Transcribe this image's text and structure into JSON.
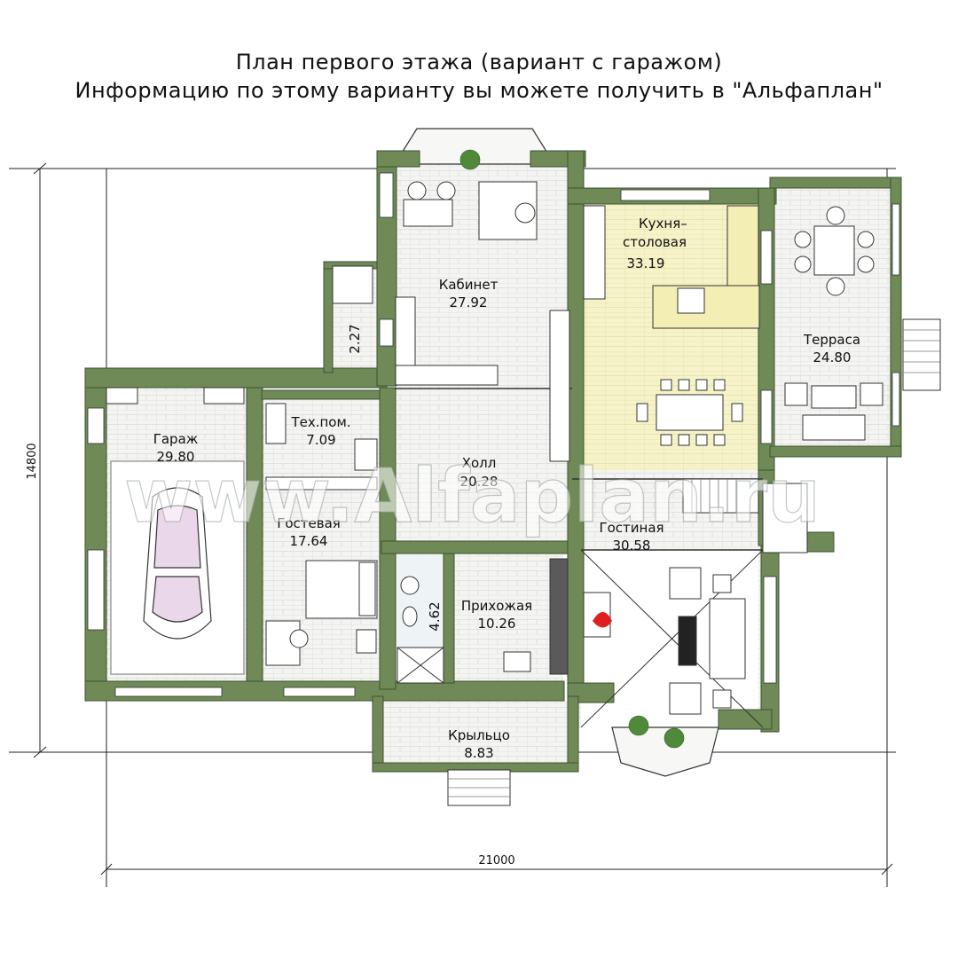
{
  "title": {
    "line1": "План первого этажа (вариант с гаражом)",
    "line2": "Информацию по этому варианту вы можете получить в \"Альфаплан\""
  },
  "dimensions": {
    "width": "21000",
    "height": "14800"
  },
  "rooms": {
    "kabinet": {
      "name": "Кабинет",
      "area": "27.92"
    },
    "kitchen": {
      "name1": "Кухня–",
      "name2": "столовая",
      "area": "33.19"
    },
    "terrace": {
      "name": "Терраса",
      "area": "24.80"
    },
    "garage": {
      "name": "Гараж",
      "area": "29.80"
    },
    "tech": {
      "name": "Тех.пом.",
      "area": "7.09"
    },
    "hall": {
      "name": "Холл",
      "area": "20.28"
    },
    "guest": {
      "name": "Гостевая",
      "area": "17.64"
    },
    "living": {
      "name": "Гостиная",
      "area": "30.58"
    },
    "entry": {
      "name": "Прихожая",
      "area": "10.26"
    },
    "bath": {
      "area": "4.62"
    },
    "stair": {
      "area": "2.27"
    },
    "porch": {
      "name": "Крыльцо",
      "area": "8.83"
    }
  },
  "watermark": "www.Alfaplan.ru",
  "colors": {
    "wall": "#6f8a56",
    "wall_dark": "#55703f",
    "kitchen_floor": "#f6f3c8",
    "floor": "#f4f4f2",
    "grid": "#d9d9d6",
    "living_floor": "#ffffff"
  }
}
